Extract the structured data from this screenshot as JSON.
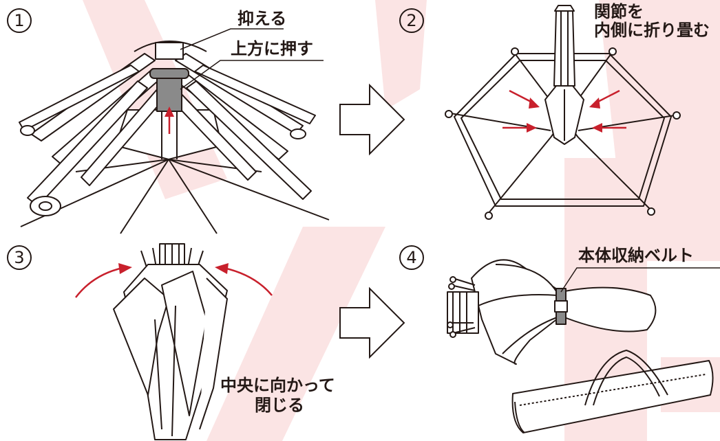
{
  "steps": [
    {
      "number": "1",
      "label_press": "抑える",
      "label_push_up": "上方に押す"
    },
    {
      "number": "2",
      "label_line1": "関節を",
      "label_line2": "内側に折り畳む"
    },
    {
      "number": "3",
      "label_line1": "中央に向かって",
      "label_line2": "閉じる"
    },
    {
      "number": "4",
      "label_belt": "本体収納ベルト"
    }
  ],
  "colors": {
    "arrow_red": "#c8202c",
    "watermark": "#fbe3e3",
    "line": "#231815",
    "hub_gray": "#8a8a8a"
  }
}
